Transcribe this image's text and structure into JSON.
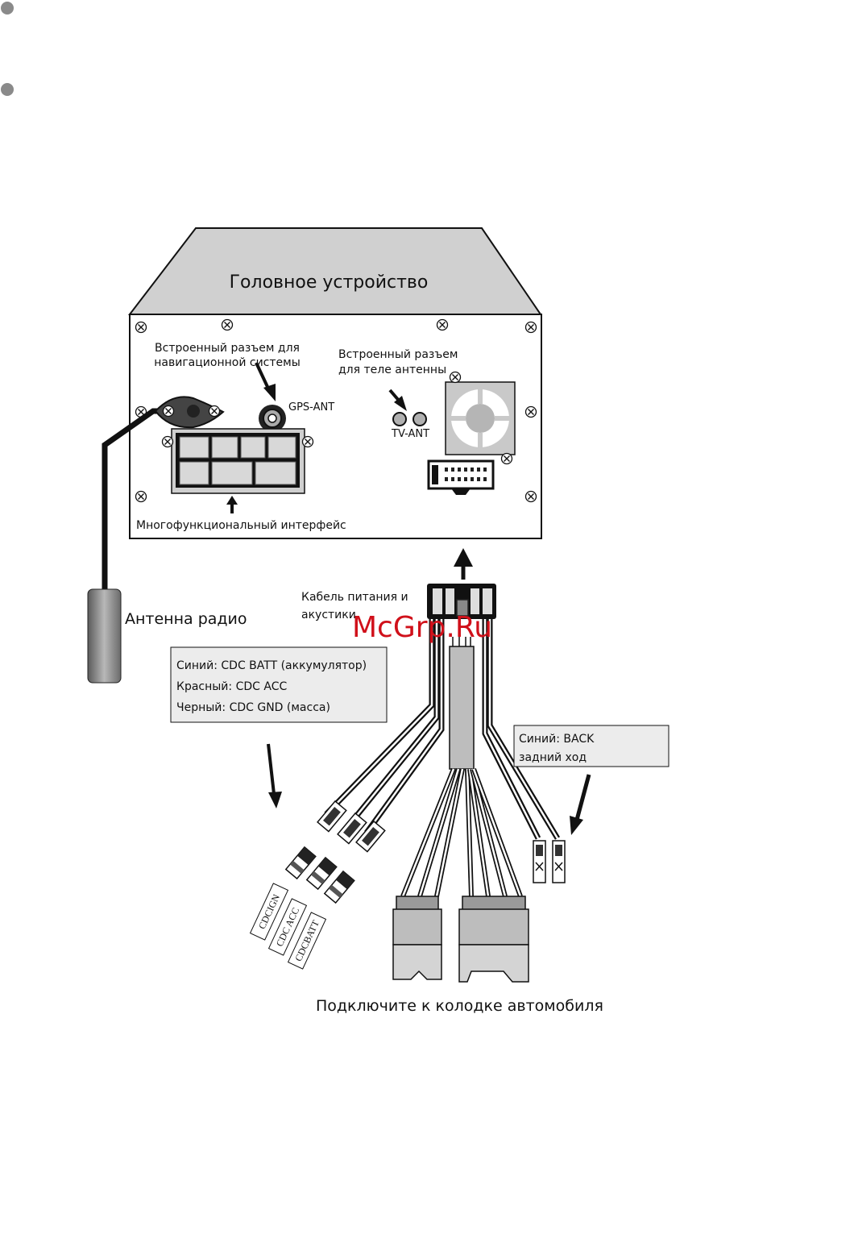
{
  "head_unit": {
    "title": "Головное устройство"
  },
  "labels": {
    "nav_connector": [
      "Встроенный разъем для",
      "навигационной системы"
    ],
    "tv_connector": [
      "Встроенный разъем",
      "для теле антенны"
    ],
    "gps": "GPS-ANT",
    "tv": "TV-ANT",
    "multi_interface": "Многофункциональный интерфейс",
    "power_cable": [
      "Кабель питания и",
      "акустики"
    ],
    "radio_antenna": "Антенна радио",
    "connect_car": "Подключите к колодке автомобиля"
  },
  "watermark": "McGrp.Ru",
  "cdc_box": {
    "lines": [
      "Синий: CDC BATT (аккумулятор)",
      "Красный: CDC ACC",
      "Черный: CDC GND (масса)"
    ]
  },
  "back_box": {
    "lines": [
      "Синий:  BACK",
      "задний  ход"
    ]
  },
  "tags": [
    "CDCIGN",
    "CDC ACC",
    "CDCBATT"
  ],
  "colors": {
    "panel_fill": "#d0d0d0",
    "box_fill": "#ececec",
    "watermark": "#d0101a"
  },
  "icons": [
    "screw-icon",
    "arrow-icon",
    "bullet-icon"
  ]
}
